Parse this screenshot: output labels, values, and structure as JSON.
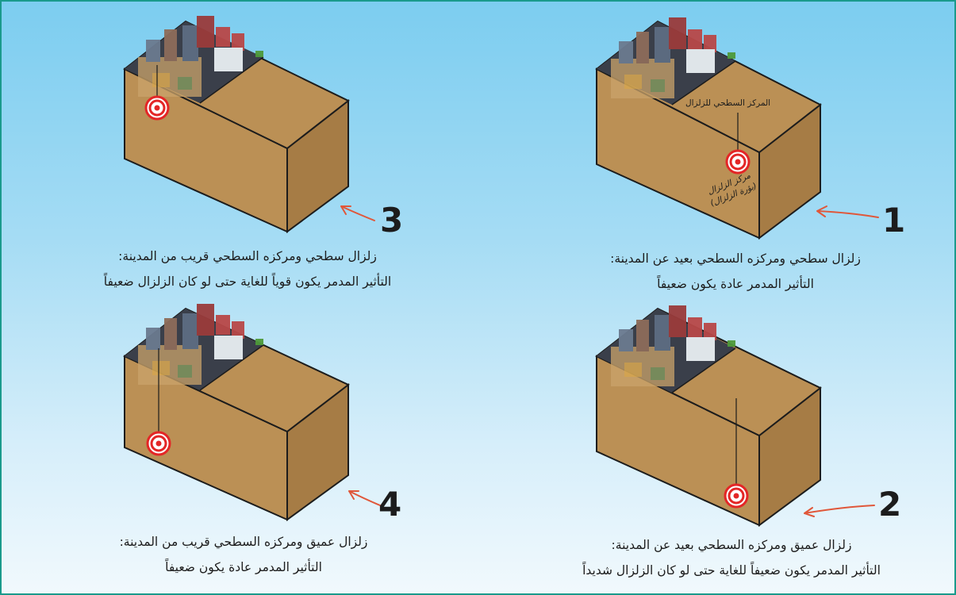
{
  "panels": [
    {
      "id": "1",
      "number": "1",
      "caption_line1": "زلزال سطحي ومركزه السطحي بعيد عن المدينة:",
      "caption_line2": "التأثير المدمر عادة يكون ضعيفاً",
      "epicenter_label": "المركز السطحي للزلزال",
      "focus_label_line1": "مركز الزلزال",
      "focus_label_line2": "(بؤرة الزلزال)"
    },
    {
      "id": "2",
      "number": "2",
      "caption_line1": "زلزال عميق ومركزه السطحي بعيد عن المدينة:",
      "caption_line2": "التأثير المدمر يكون ضعيفاً للغاية حتى لو كان الزلزال شديداً"
    },
    {
      "id": "3",
      "number": "3",
      "caption_line1": "زلزال سطحي ومركزه السطحي قريب من المدينة:",
      "caption_line2": "التأثير المدمر يكون قوياً للغاية حتى لو كان الزلزال ضعيفاً"
    },
    {
      "id": "4",
      "number": "4",
      "caption_line1": "زلزال عميق ومركزه السطحي قريب من المدينة:",
      "caption_line2": "التأثير المدمر عادة يكون ضعيفاً"
    }
  ],
  "colors": {
    "border": "#1a9a8c",
    "box_front": "#bb9055",
    "box_side": "#a67c45",
    "box_top_ground": "#3a3f4a",
    "arrow": "#e0573a",
    "target": "#e32626"
  }
}
